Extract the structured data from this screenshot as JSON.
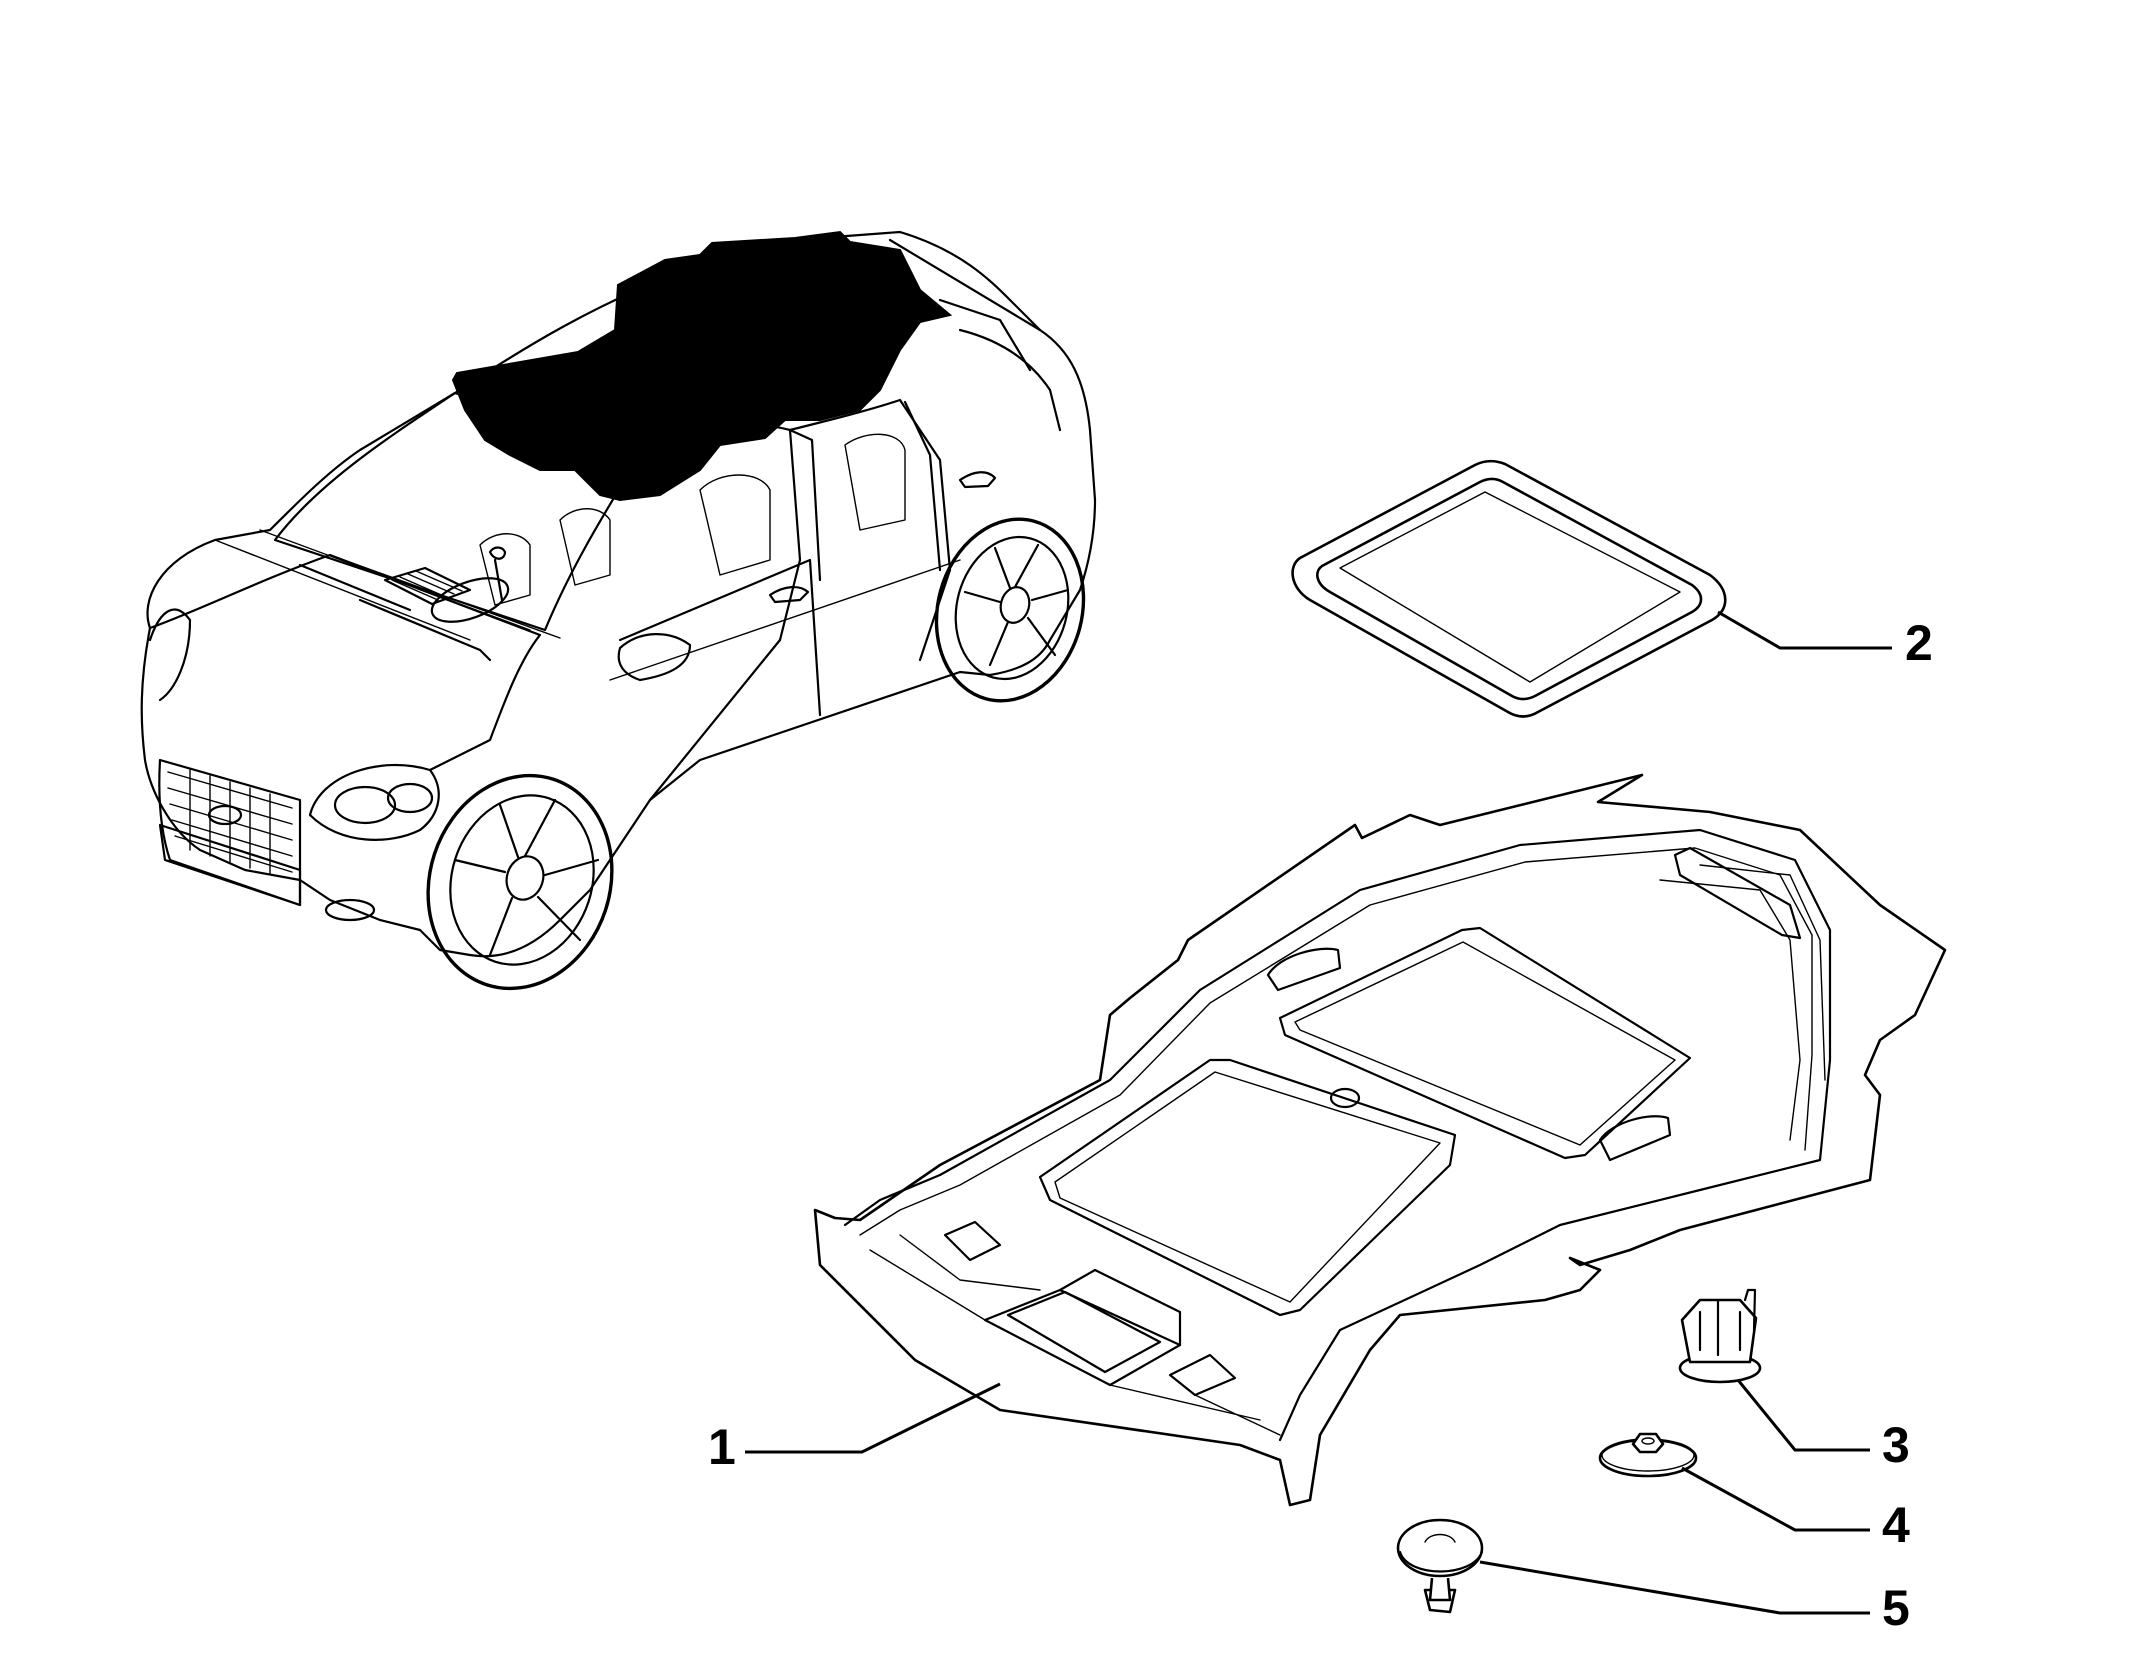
{
  "colors": {
    "background": "#ffffff",
    "line": "#000000",
    "highlight": "#000000"
  },
  "callouts": [
    {
      "id": "1",
      "label": "1"
    },
    {
      "id": "2",
      "label": "2"
    },
    {
      "id": "3",
      "label": "3"
    },
    {
      "id": "4",
      "label": "4"
    },
    {
      "id": "5",
      "label": "5"
    }
  ]
}
